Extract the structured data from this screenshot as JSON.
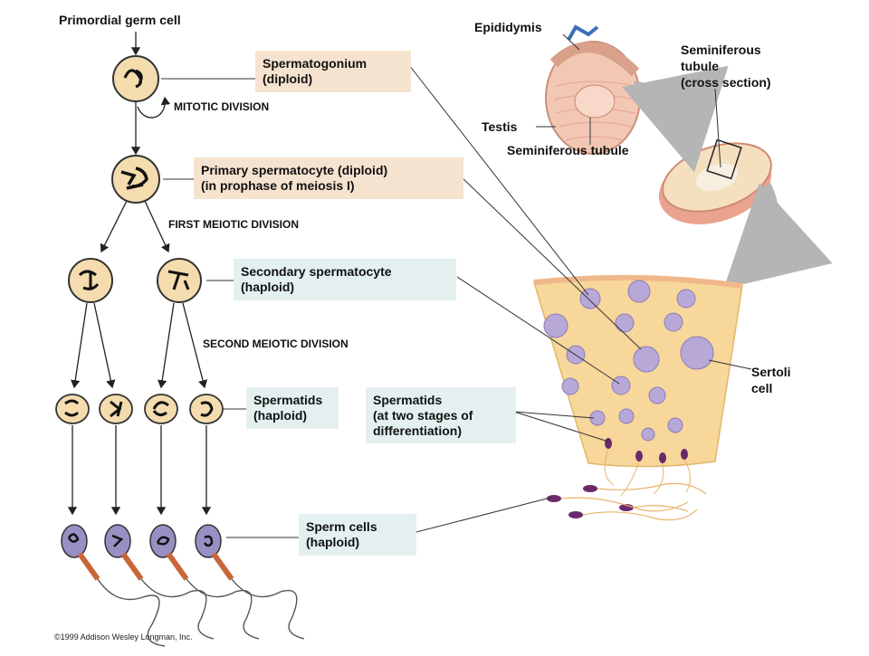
{
  "left_labels": {
    "primordial": "Primordial germ cell",
    "mitotic": "MITOTIC DIVISION",
    "first_meiotic": "FIRST MEIOTIC DIVISION",
    "second_meiotic": "SECOND MEIOTIC DIVISION"
  },
  "boxes": {
    "spermatogonium": [
      "Spermatogonium",
      "(diploid)"
    ],
    "primary": [
      "Primary spermatocyte (diploid)",
      "(in prophase of meiosis I)"
    ],
    "secondary": [
      "Secondary spermatocyte",
      "(haploid)"
    ],
    "spermatids": [
      "Spermatids",
      "(haploid)"
    ],
    "spermatids_stages": [
      "Spermatids",
      "(at two stages of",
      "differentiation)"
    ],
    "sperm": [
      "Sperm cells",
      "(haploid)"
    ]
  },
  "right_labels": {
    "epididymis": "Epididymis",
    "testis": "Testis",
    "seminiferous_tubule": "Seminiferous tubule",
    "cross_section": [
      "Seminiferous",
      "tubule",
      "(cross section)"
    ],
    "sertoli": [
      "Sertoli",
      "cell"
    ]
  },
  "copyright": "©1999 Addison Wesley Longman, Inc.",
  "colors": {
    "cell_fill": "#f4dcae",
    "cell_stroke": "#333333",
    "tissue": "#f7d79a",
    "nucleus": "#b8a8d8",
    "sperm_head": "#9a8fc4",
    "midpiece": "#c8663a",
    "box_tan": "#f6e3cf",
    "box_blue": "#e4f0ef"
  }
}
